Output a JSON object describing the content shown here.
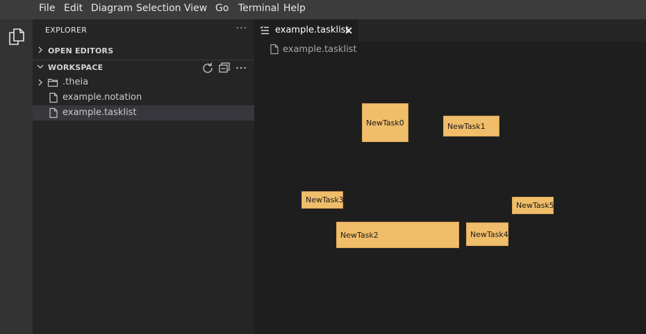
{
  "menubar": {
    "items": [
      "File",
      "Edit",
      "Diagram",
      "Selection",
      "View",
      "Go",
      "Terminal",
      "Help"
    ]
  },
  "activitybar": {
    "icons": [
      "explorer-icon"
    ]
  },
  "sidebar": {
    "title": "EXPLORER",
    "more_label": "···",
    "sections": {
      "open_editors": "OPEN EDITORS",
      "workspace": "WORKSPACE"
    },
    "workspace_actions": [
      "refresh-icon",
      "collapse-all-icon",
      "more-actions-icon"
    ],
    "tree": [
      {
        "name": ".theia",
        "kind": "folder",
        "icon": "folder-icon"
      },
      {
        "name": "example.notation",
        "kind": "file",
        "icon": "file-icon"
      },
      {
        "name": "example.tasklist",
        "kind": "file",
        "icon": "file-icon",
        "selected": true
      }
    ]
  },
  "editor": {
    "tab": {
      "label": "example.tasklist",
      "icon": "tasklist-icon",
      "close_icon": "close-icon"
    },
    "breadcrumb": {
      "label": "example.tasklist",
      "icon": "file-icon"
    }
  },
  "diagram": {
    "node_color": "#f0bd6a",
    "nodes": [
      {
        "label": "NewTask0"
      },
      {
        "label": "NewTask1"
      },
      {
        "label": "NewTask2"
      },
      {
        "label": "NewTask3"
      },
      {
        "label": "NewTask4"
      },
      {
        "label": "NewTask5"
      }
    ]
  },
  "colors": {
    "menubar": "#3c3c3c",
    "activitybar": "#333333",
    "sidebar": "#252526",
    "editor": "#1e1e1e",
    "selection": "#37373d"
  }
}
